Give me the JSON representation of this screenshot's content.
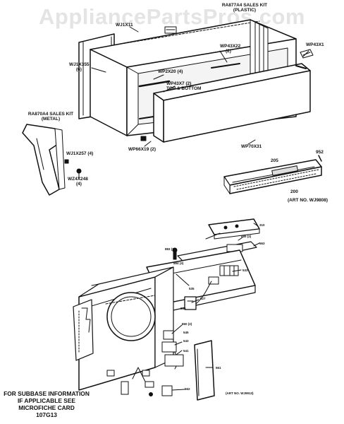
{
  "watermark": "AppliancePartsPros.com",
  "upper_labels": {
    "kit_plastic_1": "RA877A4 SALES KIT",
    "kit_plastic_2": "(PLASTIC)",
    "sleeve_part": "WJ1X11",
    "screws_part": "WP43X22",
    "screws_qty": "(2)",
    "corner_part": "WP43X1",
    "wj1x355": "WJ1X355",
    "wj1x355_qty": "(6)",
    "wp2x20": "WP2X20 (4)",
    "wp43x7_1": "WP43X7 (2)",
    "wp43x7_2": "TOP & BOTTOM",
    "kit_metal_1": "RA870A4 SALES KIT",
    "kit_metal_2": "(METAL)",
    "wj1x257": "WJ1X257 (4)",
    "wz4x248": "WZ4X248",
    "wz4x248_qty": "(4)",
    "wp66x19": "WP66X19 (2)",
    "wp70x31": "WP70X31",
    "n205": "205",
    "n952": "952",
    "n200": "200",
    "art_upper": "(ART NO. WJ9808)"
  },
  "lower_labels": {
    "n310": "310",
    "n883": "883 (2)",
    "n563": "563",
    "n885": "885 (2)",
    "n884": "884 (3)",
    "n533": "533",
    "n535": "535",
    "n527": "527",
    "n536": "536",
    "n860": "860 (2)",
    "n545": "545",
    "n543": "543",
    "n541": "541",
    "n561": "561",
    "n562": "562",
    "art_lower": "(ART NO. WJ9913)"
  },
  "note": [
    "FOR SUBBASE INFORMATION",
    "IF APPLICABLE SEE",
    "MICROFICHE CARD",
    "107G13"
  ]
}
